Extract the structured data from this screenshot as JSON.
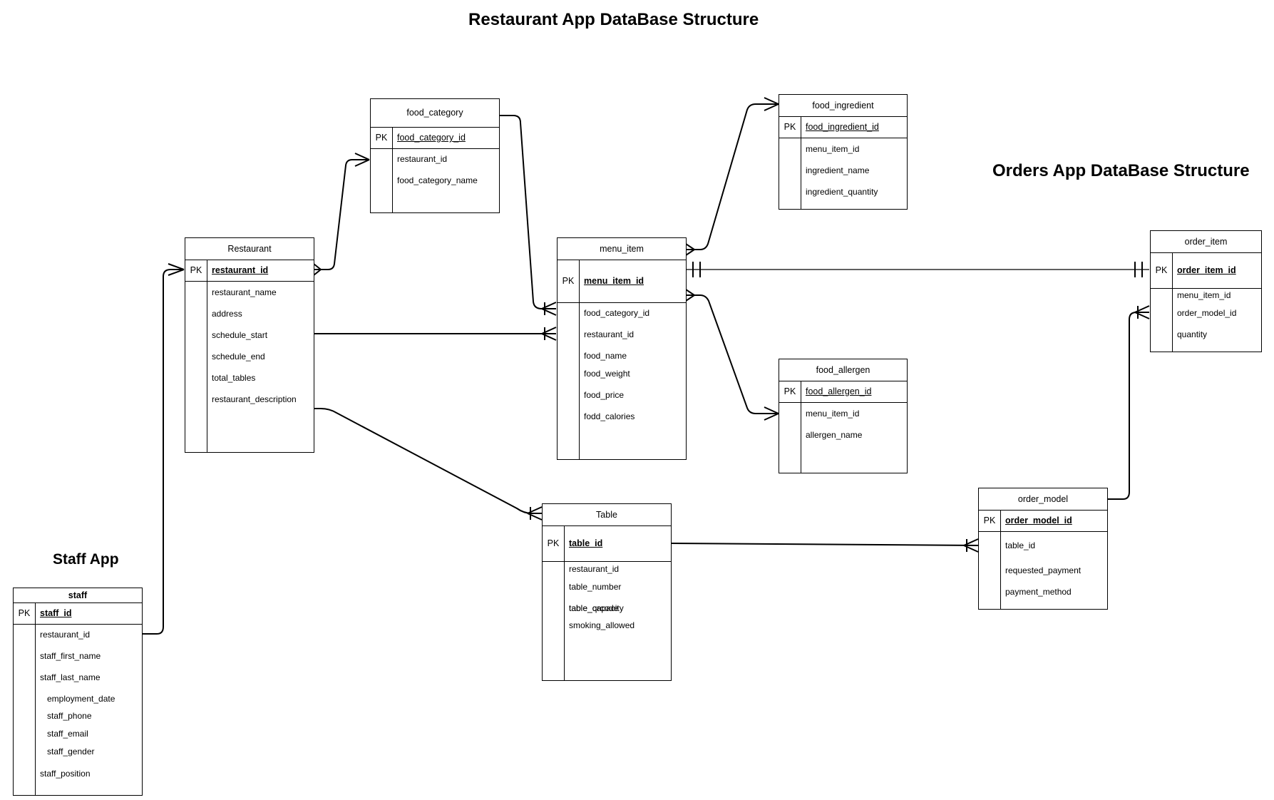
{
  "headings": {
    "restaurant": "Restaurant App DataBase Structure",
    "orders": "Orders App DataBase Structure",
    "staff": "Staff App"
  },
  "entities": {
    "food_category": {
      "title": "food_category",
      "pk_label": "PK",
      "pk": "food_category_id",
      "fields": [
        "restaurant_id",
        "food_category_name"
      ]
    },
    "restaurant": {
      "title": "Restaurant",
      "pk_label": "PK",
      "pk": "restaurant_id",
      "fields": [
        "restaurant_name",
        "address",
        "schedule_start",
        "schedule_end",
        "total_tables",
        "restaurant_description"
      ]
    },
    "menu_item": {
      "title": "menu_item",
      "pk_label": "PK",
      "pk": "menu_item_id",
      "fields": [
        "food_category_id",
        "restaurant_id",
        "food_name",
        "food_weight",
        "food_price",
        "fodd_calories"
      ]
    },
    "food_ingredient": {
      "title": "food_ingredient",
      "pk_label": "PK",
      "pk": "food_ingredient_id",
      "fields": [
        "menu_item_id",
        "ingredient_name",
        "ingredient_quantity"
      ]
    },
    "food_allergen": {
      "title": "food_allergen",
      "pk_label": "PK",
      "pk": "food_allergen_id",
      "fields": [
        "menu_item_id",
        "allergen_name"
      ]
    },
    "order_item": {
      "title": "order_item",
      "pk_label": "PK",
      "pk": "order_item_id",
      "fields": [
        "menu_item_id",
        "order_model_id",
        "quantity"
      ]
    },
    "table": {
      "title": "Table",
      "pk_label": "PK",
      "pk": "table_id",
      "fields": [
        "restaurant_id",
        "table_number",
        "table_capacity",
        "table_qrcode",
        "smoking_allowed"
      ]
    },
    "order_model": {
      "title": "order_model",
      "pk_label": "PK",
      "pk": "order_model_id",
      "fields": [
        "table_id",
        "requested_payment",
        "payment_method"
      ]
    },
    "staff": {
      "title": "staff",
      "pk_label": "PK",
      "pk": "staff_id",
      "fields": [
        "restaurant_id",
        "staff_first_name",
        "staff_last_name",
        "employment_date",
        "staff_phone",
        "staff_email",
        "staff_gender",
        "staff_position"
      ]
    }
  }
}
